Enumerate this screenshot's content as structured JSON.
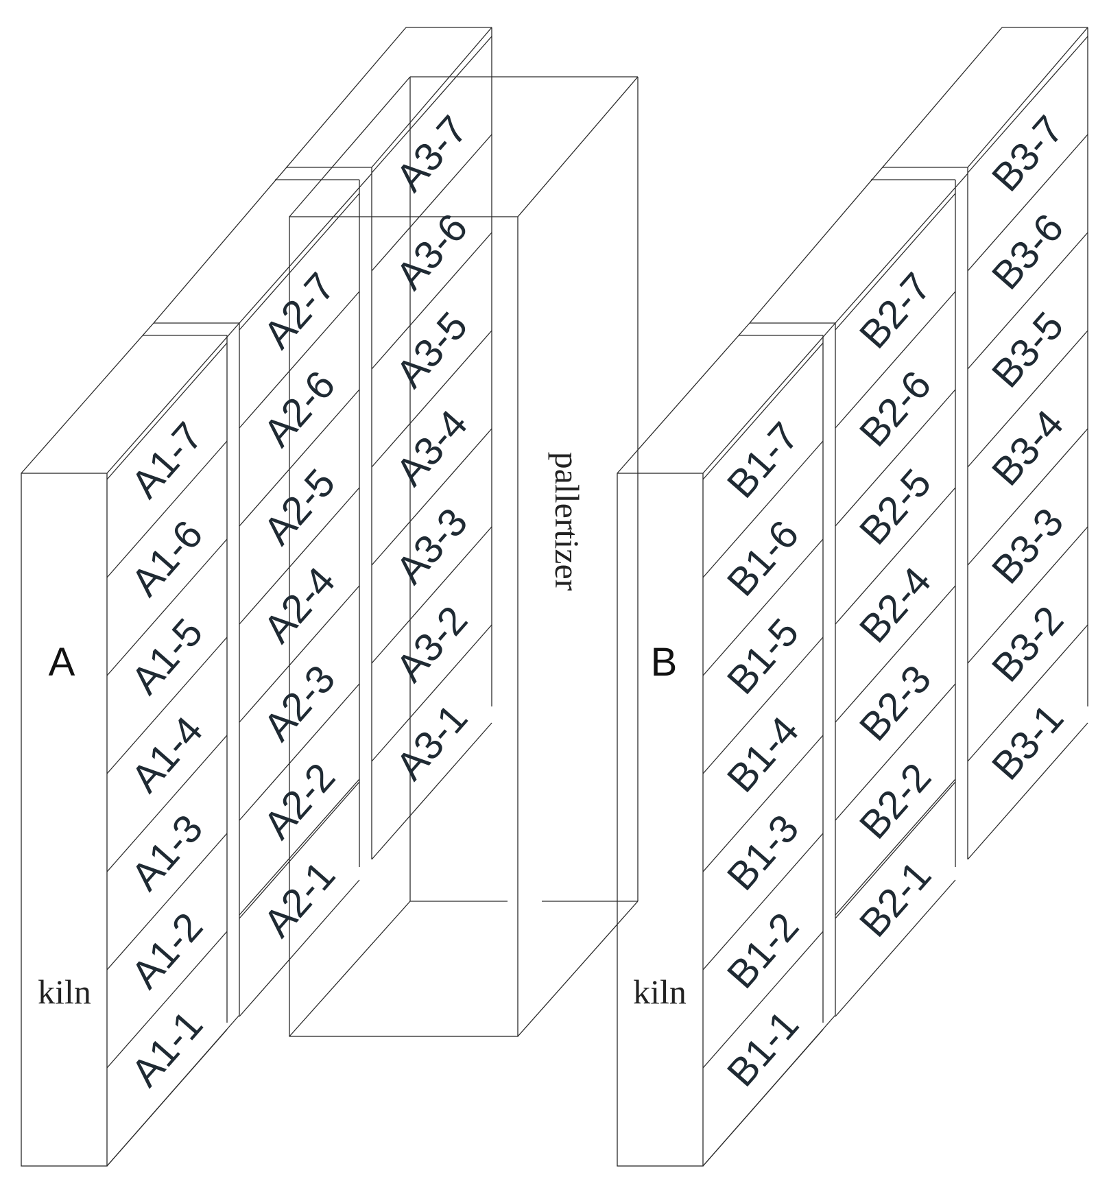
{
  "kilns": [
    {
      "letter": "A",
      "label": "kiln"
    },
    {
      "letter": "B",
      "label": "kiln"
    }
  ],
  "palletizer": {
    "label": "pallertizer"
  },
  "racks": [
    {
      "id": "A1",
      "cells": [
        "A1-1",
        "A1-2",
        "A1-3",
        "A1-4",
        "A1-5",
        "A1-6",
        "A1-7"
      ]
    },
    {
      "id": "A2",
      "cells": [
        "A2-1",
        "A2-2",
        "A2-3",
        "A2-4",
        "A2-5",
        "A2-6",
        "A2-7"
      ]
    },
    {
      "id": "A3",
      "cells": [
        "A3-1",
        "A3-2",
        "A3-3",
        "A3-4",
        "A3-5",
        "A3-6",
        "A3-7"
      ]
    },
    {
      "id": "B1",
      "cells": [
        "B1-1",
        "B1-2",
        "B1-3",
        "B1-4",
        "B1-5",
        "B1-6",
        "B1-7"
      ]
    },
    {
      "id": "B2",
      "cells": [
        "B2-1",
        "B2-2",
        "B2-3",
        "B2-4",
        "B2-5",
        "B2-6",
        "B2-7"
      ]
    },
    {
      "id": "B3",
      "cells": [
        "B3-1",
        "B3-2",
        "B3-3",
        "B3-4",
        "B3-5",
        "B3-6",
        "B3-7"
      ]
    }
  ],
  "colors": {
    "line": "#2a2a2a",
    "text": "#1f2a33",
    "background": "#ffffff"
  }
}
